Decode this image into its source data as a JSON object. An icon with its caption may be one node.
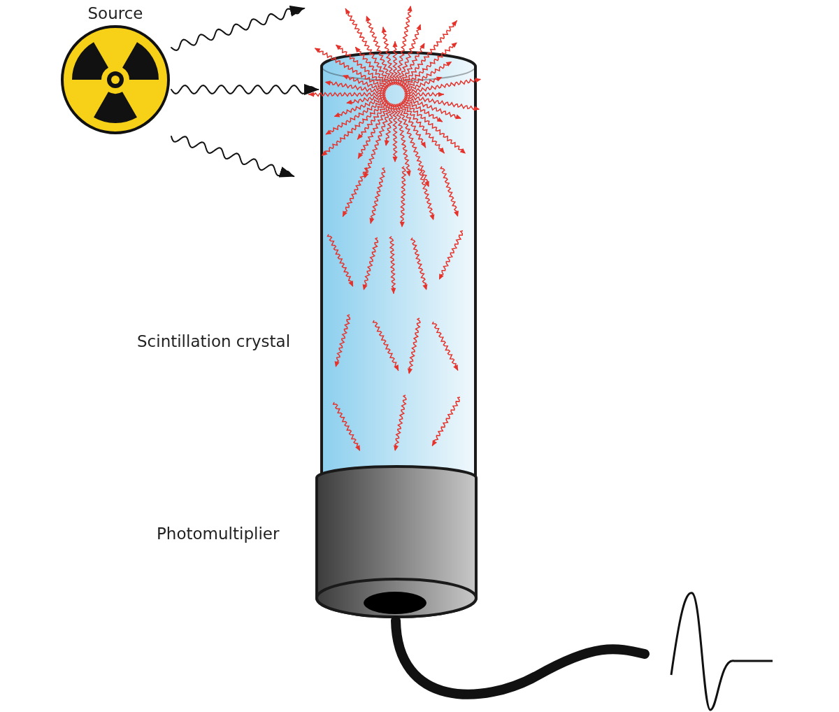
{
  "diagram": {
    "nodes": [
      {
        "text": [
          "Source"
        ]
      },
      {
        "text": [],
        "shape": "cylinder",
        "beside": [
          "Scintillation crystal"
        ]
      },
      {
        "text": [],
        "shape": "cylinder",
        "beside": [
          "Photomultiplier"
        ]
      },
      {
        "text": [],
        "shape": "picture"
      }
    ],
    "edges": [
      {
        "from": 0,
        "to": null,
        "arrow": "to"
      },
      {
        "from": 0,
        "to": 1,
        "arrow": "to"
      },
      {
        "from": 0,
        "to": null,
        "arrow": "to"
      },
      {
        "from": 2,
        "to": 3,
        "arrow": "none",
        "style": "thick"
      }
    ]
  }
}
